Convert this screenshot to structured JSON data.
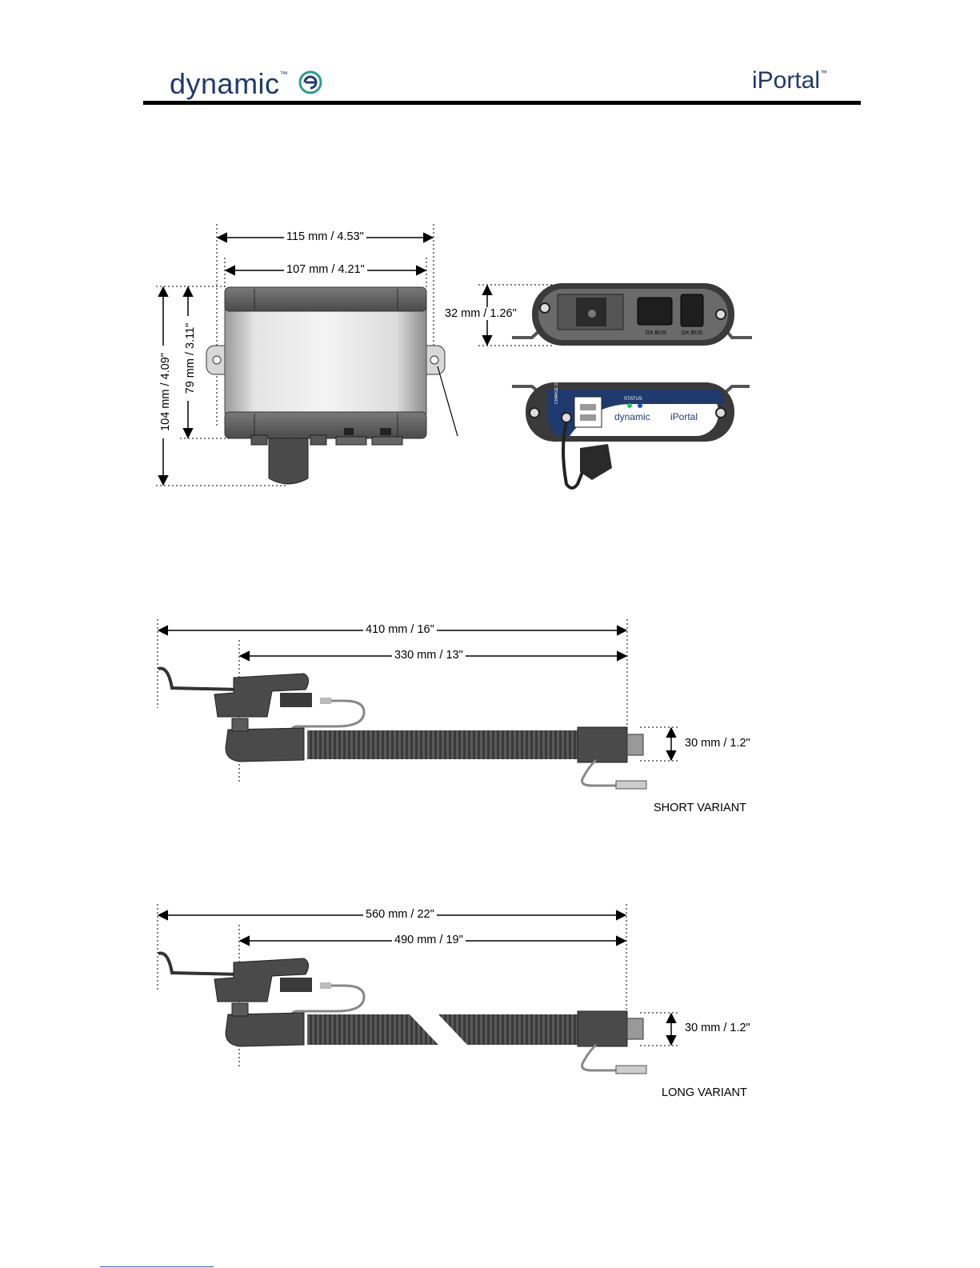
{
  "header": {
    "logo_left": "dynamic",
    "logo_left_tm": "™",
    "logo_right": "iPortal",
    "logo_right_tm": "™"
  },
  "figure1": {
    "width_outer": "115 mm / 4.53\"",
    "width_inner": "107 mm / 4.21\"",
    "height_outer": "104 mm / 4.09\"",
    "height_inner": "79 mm / 3.11\"",
    "depth": "32 mm / 1.26\"",
    "port_label_1": "DX BUS",
    "port_label_2": "DX BUS",
    "status_label": "STATUS",
    "charge_label": "CHARGE ONLY",
    "device_brand": "dynamic",
    "device_product": "iPortal"
  },
  "short_variant": {
    "length_outer": "410 mm / 16\"",
    "length_inner": "330 mm / 13\"",
    "diameter": "30 mm / 1.2\"",
    "label": "SHORT VARIANT"
  },
  "long_variant": {
    "length_outer": "560 mm / 22\"",
    "length_inner": "490 mm / 19\"",
    "diameter": "30 mm / 1.2\"",
    "label": "LONG VARIANT"
  },
  "colors": {
    "brand_blue": "#1e3a6e",
    "device_body": "#4a4a4a",
    "status_green": "#22c55e",
    "status_blue": "#1d4ed8"
  }
}
